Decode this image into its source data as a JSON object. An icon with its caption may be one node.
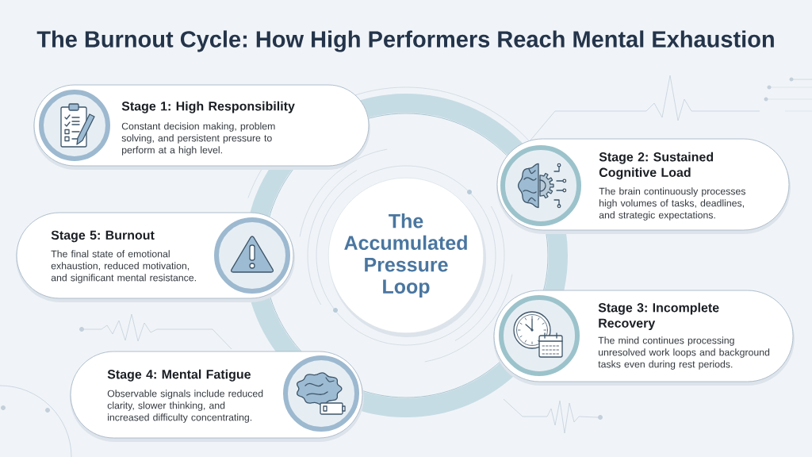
{
  "diagram": {
    "title": "The Burnout Cycle: How High Performers Reach Mental Exhaustion",
    "nodes": [
      {
        "text": [
          "Stage 1: High Responsibility",
          "Constant decision making, problem solving, and persistent pressure to perform at a high level."
        ]
      },
      {
        "text": [
          "Stage 2: Sustained Cognitive Load",
          "The brain continuously processes high volumes of tasks, deadlines, and strategic expectations."
        ]
      },
      {
        "text": [
          "Stage 3: Incomplete Recovery",
          "The mind continues processing unresolved work loops and background tasks even during rest periods."
        ]
      },
      {
        "text": [
          "Stage 4: Mental Fatigue",
          "Observable signals include reduced clarity, slower thinking, and increased difficulty concentrating."
        ]
      },
      {
        "text": [
          "Stage 5: Burnout",
          "The final state of emotional exhaustion, reduced motivation, and significant mental resistance."
        ]
      },
      {
        "text": [
          "The Accumulated Pressure Loop"
        ]
      }
    ]
  }
}
